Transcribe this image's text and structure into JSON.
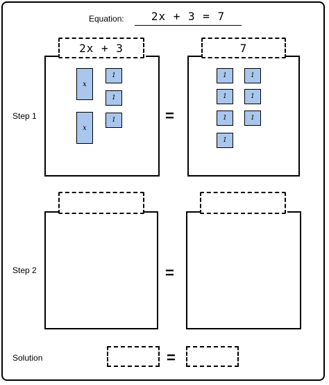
{
  "equation": {
    "label": "Equation:",
    "value": "2x + 3 = 7"
  },
  "step1": {
    "label": "Step 1",
    "left_expr": "2x + 3",
    "right_expr": "7",
    "equals": "=",
    "x_tile": "x",
    "one_tile": "1",
    "left_x_tiles": 2,
    "left_one_tiles": 3,
    "right_one_tiles": 7
  },
  "step2": {
    "label": "Step 2",
    "left_expr": "",
    "right_expr": "",
    "equals": "="
  },
  "solution": {
    "label": "Solution",
    "left": "",
    "right": "",
    "equals": "="
  },
  "colors": {
    "tile_fill": "#a9c6ec",
    "line": "#000000"
  }
}
